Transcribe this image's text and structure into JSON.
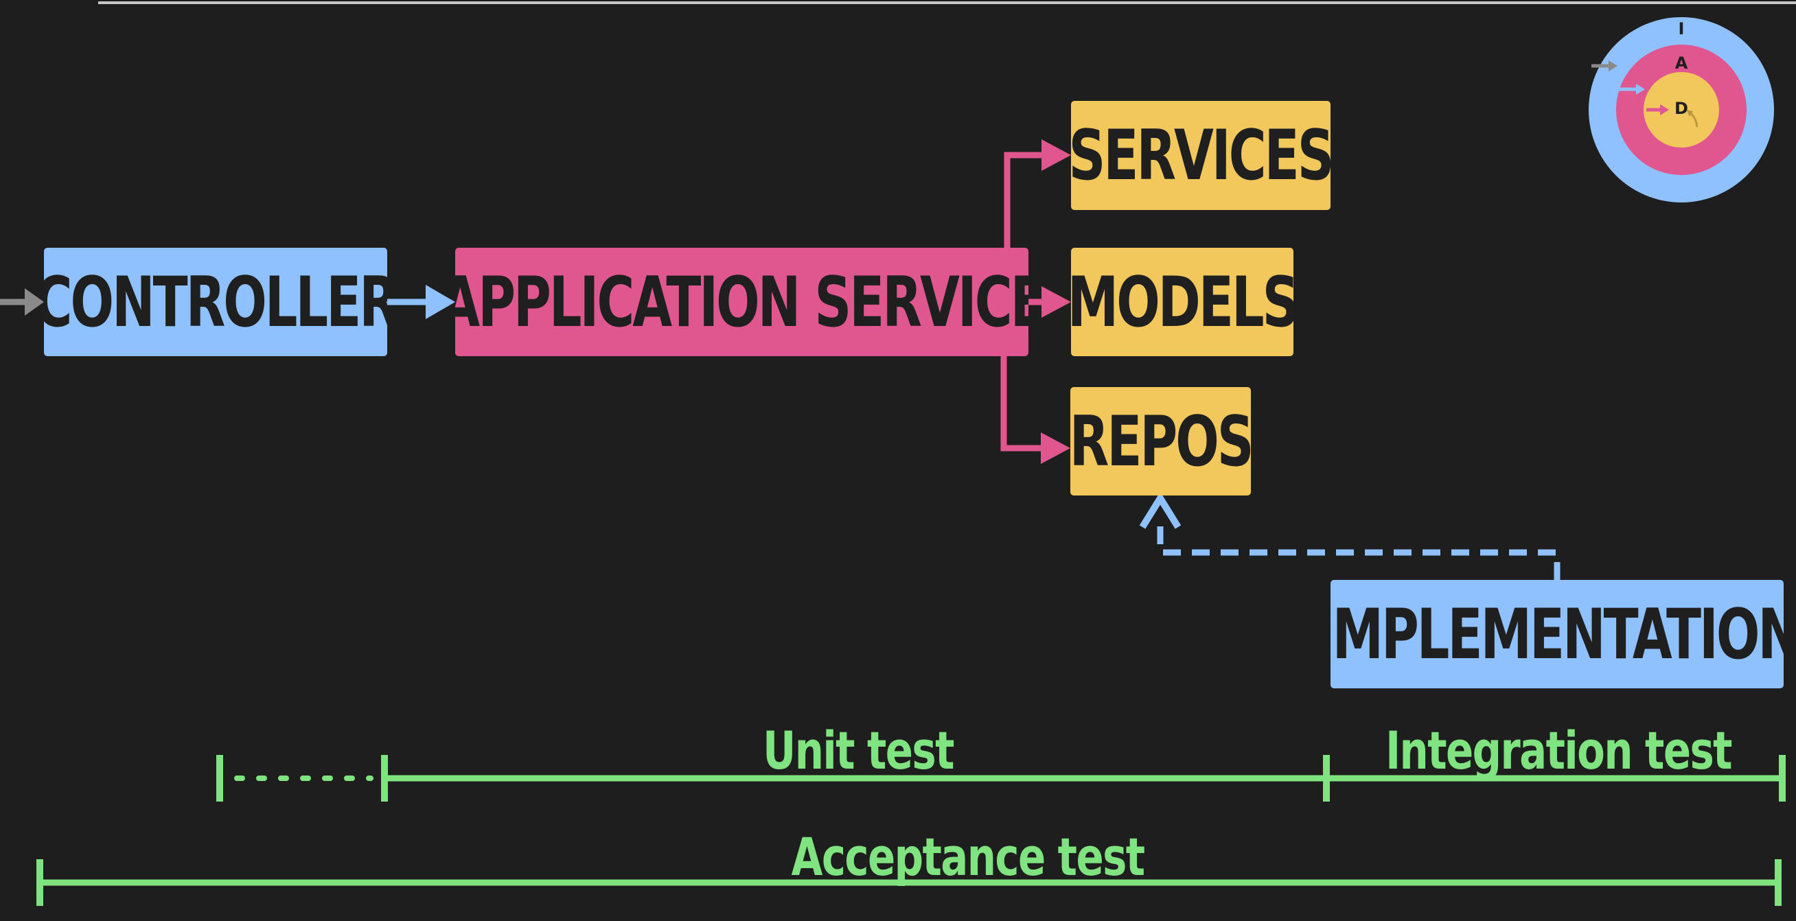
{
  "diagram": {
    "boxes": {
      "controller": "CONTROLLER",
      "application_service": "APPLICATION SERVICE",
      "services": "SERVICES",
      "models": "MODELS",
      "repos": "REPOS",
      "implementation": "IMPLEMENTATION"
    },
    "tests": {
      "unit": "Unit test",
      "integration": "Integration test",
      "acceptance": "Acceptance test"
    },
    "onion_legend": {
      "outer": "I",
      "middle": "A",
      "inner": "D"
    },
    "colors": {
      "background": "#1e1e1e",
      "controller_blue": "#8fc1ff",
      "application_pink": "#e0568e",
      "domain_yellow": "#f2c85c",
      "test_green": "#7fe37f",
      "entry_arrow_gray": "#8a8a8a"
    }
  }
}
